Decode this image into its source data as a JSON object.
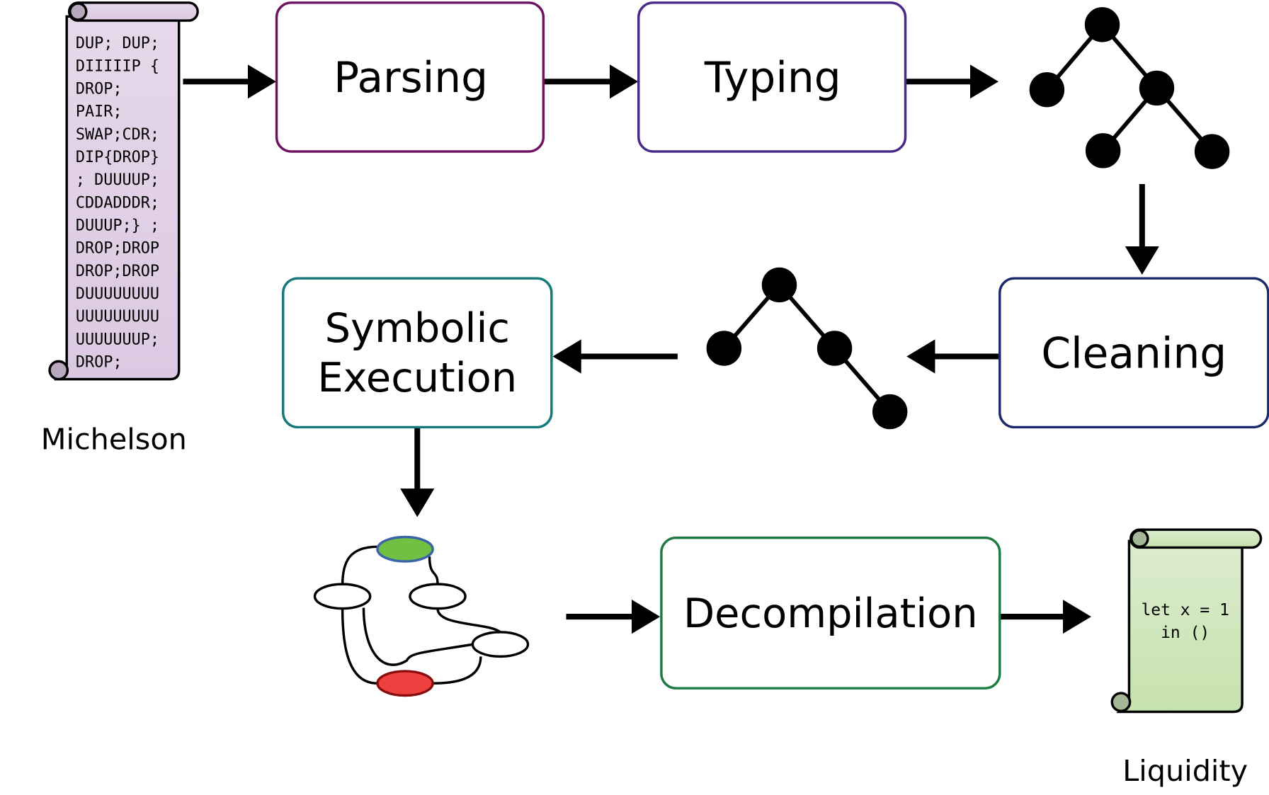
{
  "michelson": {
    "label": "Michelson",
    "code_lines": [
      "DUP; DUP;",
      "DIIIIIP {",
      "DROP;",
      "PAIR;",
      "SWAP;CDR;",
      "DIP{DROP}",
      "; DUUUUP;",
      "CDDADDDR;",
      "DUUUP;} ;",
      "DROP;DROP",
      "DROP;DROP",
      "DUUUUUUUU",
      "UUUUUUUUU",
      "UUUUUUUP;",
      "DROP;"
    ]
  },
  "steps": {
    "parsing": "Parsing",
    "typing": "Typing",
    "cleaning": "Cleaning",
    "symbolic_1": "Symbolic",
    "symbolic_2": "Execution",
    "decompilation": "Decompilation"
  },
  "liquidity": {
    "label": "Liquidity",
    "code_lines": [
      "let x = 1",
      "in ()"
    ]
  },
  "colors": {
    "parsing": "#6e1262",
    "typing": "#4a2a88",
    "cleaning": "#1b2a6b",
    "symbolic": "#14797a",
    "decompilation": "#1d7a42",
    "michelson_scroll": "#e2d2e8",
    "liquidity_scroll": "#d2e8bf",
    "start_node": "#72bf44",
    "end_node": "#ef4040"
  }
}
